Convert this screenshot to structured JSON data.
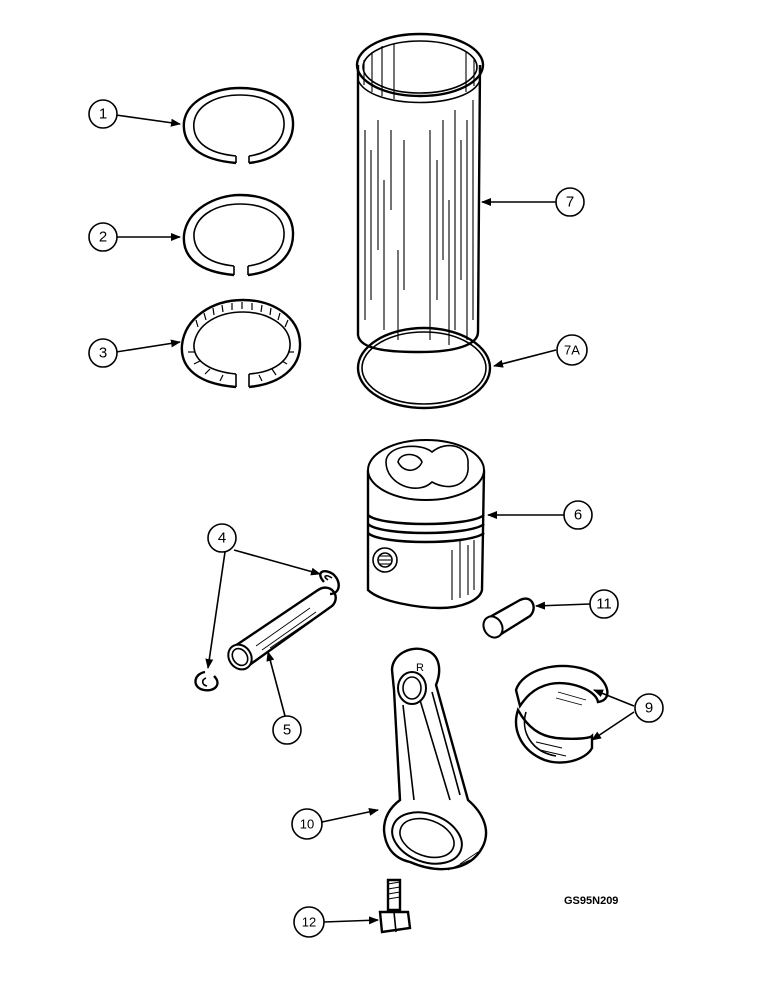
{
  "drawing_code": "GS95N209",
  "callouts": [
    {
      "label": "1"
    },
    {
      "label": "2"
    },
    {
      "label": "3"
    },
    {
      "label": "7"
    },
    {
      "label": "7A"
    },
    {
      "label": "6"
    },
    {
      "label": "4"
    },
    {
      "label": "11"
    },
    {
      "label": "5"
    },
    {
      "label": "9"
    },
    {
      "label": "10"
    },
    {
      "label": "12"
    }
  ]
}
